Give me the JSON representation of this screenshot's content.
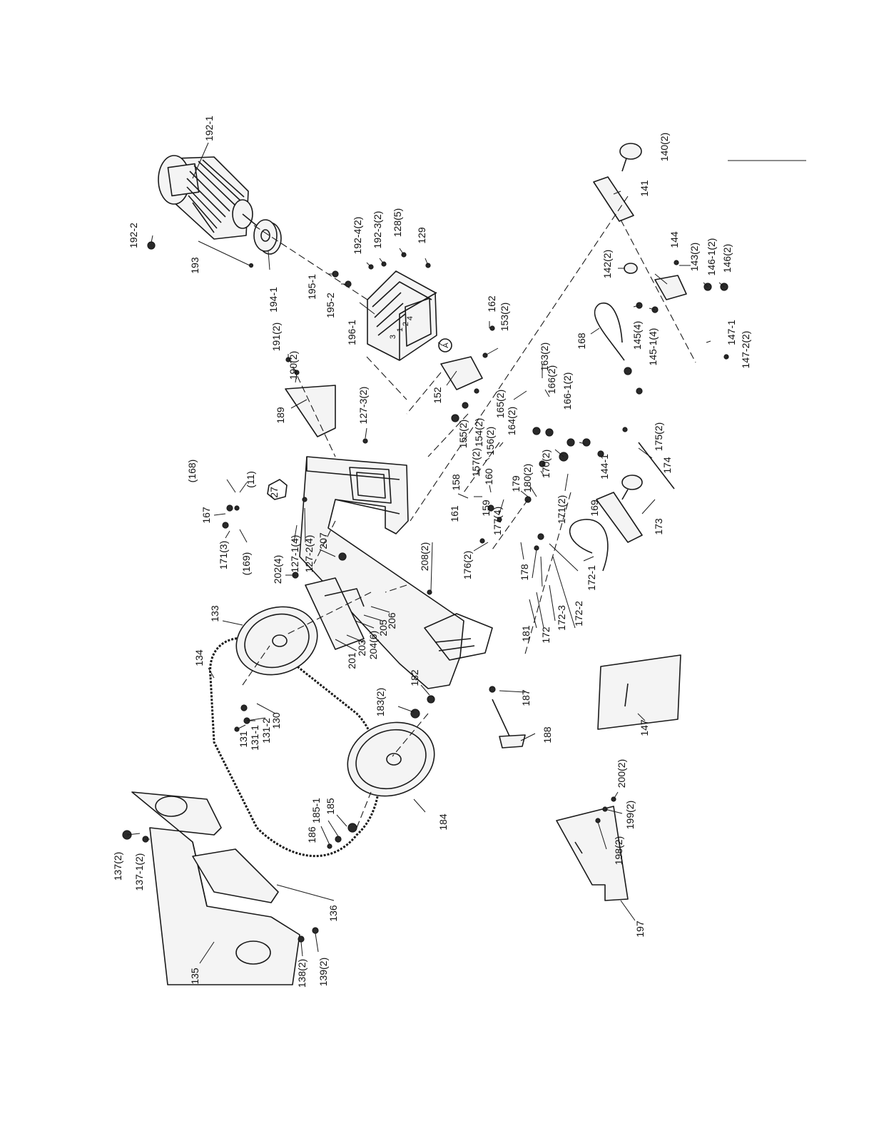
{
  "diagram": {
    "labels": [
      {
        "id": "l1",
        "text": "192-1"
      },
      {
        "id": "l2",
        "text": "192-2"
      },
      {
        "id": "l3",
        "text": "193"
      },
      {
        "id": "l4",
        "text": "194-1"
      },
      {
        "id": "l5",
        "text": "195-1"
      },
      {
        "id": "l6",
        "text": "195-2"
      },
      {
        "id": "l7",
        "text": "192-4(2)"
      },
      {
        "id": "l8",
        "text": "192-3(2)"
      },
      {
        "id": "l9",
        "text": "128(5)"
      },
      {
        "id": "l10",
        "text": "129"
      },
      {
        "id": "l11",
        "text": "196-1"
      },
      {
        "id": "l12",
        "text": "191(2)"
      },
      {
        "id": "l13",
        "text": "190(2)"
      },
      {
        "id": "l14",
        "text": "189"
      },
      {
        "id": "l15",
        "text": "127-3(2)"
      },
      {
        "id": "l16",
        "text": "162"
      },
      {
        "id": "l17",
        "text": "153(2)"
      },
      {
        "id": "l18",
        "text": "152"
      },
      {
        "id": "l19",
        "text": "163(2)"
      },
      {
        "id": "l20",
        "text": "166(2)"
      },
      {
        "id": "l21",
        "text": "166-1(2)"
      },
      {
        "id": "l22",
        "text": "165(2)"
      },
      {
        "id": "l23",
        "text": "164(2)"
      },
      {
        "id": "l24",
        "text": "155(2)"
      },
      {
        "id": "l25",
        "text": "154(2)"
      },
      {
        "id": "l26",
        "text": "156(2)"
      },
      {
        "id": "l27",
        "text": "157(2)"
      },
      {
        "id": "l28",
        "text": "160"
      },
      {
        "id": "l29",
        "text": "158"
      },
      {
        "id": "l30",
        "text": "159"
      },
      {
        "id": "l31",
        "text": "161"
      },
      {
        "id": "l32",
        "text": "177(4)"
      },
      {
        "id": "l33",
        "text": "179"
      },
      {
        "id": "l34",
        "text": "180(2)"
      },
      {
        "id": "l35",
        "text": "170(2)"
      },
      {
        "id": "l36",
        "text": "171(2)"
      },
      {
        "id": "l37",
        "text": "144-1"
      },
      {
        "id": "l38",
        "text": "175(2)"
      },
      {
        "id": "l39",
        "text": "174"
      },
      {
        "id": "l40",
        "text": "173"
      },
      {
        "id": "l41",
        "text": "169"
      },
      {
        "id": "l42",
        "text": "168"
      },
      {
        "id": "l43",
        "text": "145(4)"
      },
      {
        "id": "l44",
        "text": "145-1(4)"
      },
      {
        "id": "l45",
        "text": "147-1"
      },
      {
        "id": "l46",
        "text": "147-2(2)"
      },
      {
        "id": "l47",
        "text": "146(2)"
      },
      {
        "id": "l48",
        "text": "146-1(2)"
      },
      {
        "id": "l49",
        "text": "143(2)"
      },
      {
        "id": "l50",
        "text": "144"
      },
      {
        "id": "l51",
        "text": "142(2)"
      },
      {
        "id": "l52",
        "text": "141"
      },
      {
        "id": "l53",
        "text": "140(2)"
      },
      {
        "id": "l54",
        "text": "(168)"
      },
      {
        "id": "l55",
        "text": "(11)"
      },
      {
        "id": "l56",
        "text": "167"
      },
      {
        "id": "l57",
        "text": "171(3)"
      },
      {
        "id": "l58",
        "text": "(169)"
      },
      {
        "id": "l59",
        "text": "27"
      },
      {
        "id": "l60",
        "text": "127-1(4)"
      },
      {
        "id": "l61",
        "text": "127-2(4)"
      },
      {
        "id": "l62",
        "text": "207"
      },
      {
        "id": "l63",
        "text": "202(4)"
      },
      {
        "id": "l64",
        "text": "208(2)"
      },
      {
        "id": "l65",
        "text": "176(2)"
      },
      {
        "id": "l66",
        "text": "178"
      },
      {
        "id": "l67",
        "text": "172-1"
      },
      {
        "id": "l68",
        "text": "172-2"
      },
      {
        "id": "l69",
        "text": "172-3"
      },
      {
        "id": "l70",
        "text": "172"
      },
      {
        "id": "l71",
        "text": "181"
      },
      {
        "id": "l72",
        "text": "133"
      },
      {
        "id": "l73",
        "text": "134"
      },
      {
        "id": "l74",
        "text": "201"
      },
      {
        "id": "l75",
        "text": "203"
      },
      {
        "id": "l76",
        "text": "204(6)"
      },
      {
        "id": "l77",
        "text": "205"
      },
      {
        "id": "l78",
        "text": "206"
      },
      {
        "id": "l79",
        "text": "130"
      },
      {
        "id": "l80",
        "text": "131-2"
      },
      {
        "id": "l81",
        "text": "131-1"
      },
      {
        "id": "l82",
        "text": "131"
      },
      {
        "id": "l83",
        "text": "183(2)"
      },
      {
        "id": "l84",
        "text": "182"
      },
      {
        "id": "l85",
        "text": "187"
      },
      {
        "id": "l86",
        "text": "188"
      },
      {
        "id": "l87",
        "text": "147"
      },
      {
        "id": "l88",
        "text": "184"
      },
      {
        "id": "l89",
        "text": "185-1"
      },
      {
        "id": "l90",
        "text": "185"
      },
      {
        "id": "l91",
        "text": "186"
      },
      {
        "id": "l92",
        "text": "137(2)"
      },
      {
        "id": "l93",
        "text": "137-1(2)"
      },
      {
        "id": "l94",
        "text": "136"
      },
      {
        "id": "l95",
        "text": "135"
      },
      {
        "id": "l96",
        "text": "138(2)"
      },
      {
        "id": "l97",
        "text": "139(2)"
      },
      {
        "id": "l98",
        "text": "200(2)"
      },
      {
        "id": "l99",
        "text": "199(2)"
      },
      {
        "id": "l100",
        "text": "198(2)"
      },
      {
        "id": "l101",
        "text": "197"
      },
      {
        "id": "l102",
        "text": "3"
      },
      {
        "id": "l103",
        "text": "1"
      },
      {
        "id": "l104",
        "text": "2"
      },
      {
        "id": "l105",
        "text": "4"
      },
      {
        "id": "l106",
        "text": "A"
      }
    ]
  }
}
